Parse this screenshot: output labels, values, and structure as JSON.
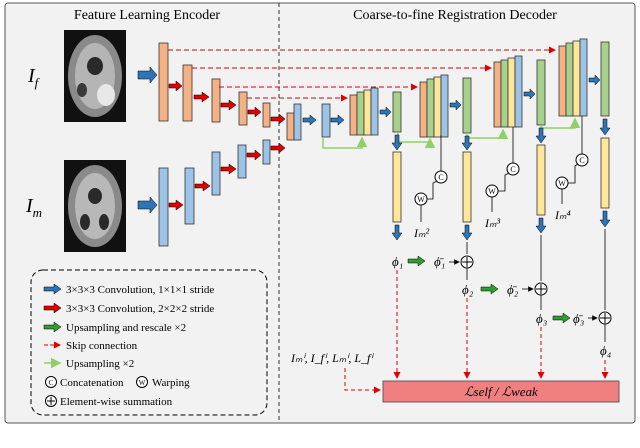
{
  "panels": {
    "encoder_title": "Feature Learning Encoder",
    "decoder_title": "Coarse-to-fine Registration Decoder"
  },
  "inputs": {
    "fixed_label": "I",
    "fixed_sub": "f",
    "moving_label": "I",
    "moving_sub": "m"
  },
  "flows": {
    "phi1": "ϕ₁",
    "phi1_bar": "ϕ̄₁",
    "phi2": "ϕ₂",
    "phi2_bar": "ϕ̄₂",
    "phi3": "ϕ₃",
    "phi3_bar": "ϕ̄₃",
    "phi4": "ϕ₄"
  },
  "warped_images": {
    "im2": "Iₘ²",
    "im3": "Iₘ³",
    "im4": "Iₘ⁴"
  },
  "loss": {
    "inputs_label": "Iₘⁱ, I_fⁱ, Lₘⁱ, L_fⁱ",
    "label": "ℒself / ℒweak"
  },
  "legend": {
    "items": [
      {
        "text": "3×3×3 Convolution, 1×1×1 stride"
      },
      {
        "text": "3×3×3 Convolution, 2×2×2 stride"
      },
      {
        "text": "Upsampling and rescale ×2"
      },
      {
        "text": "Skip connection"
      },
      {
        "text": "Upsampling ×2"
      },
      {
        "text": "Concatenation",
        "symbol": "C"
      },
      {
        "text": "Warping",
        "symbol": "W"
      },
      {
        "text": "Element-wise summation",
        "symbol": "+"
      }
    ]
  },
  "colors": {
    "orange": "#f4b183",
    "blue_block": "#9dc3e6",
    "green_block": "#a9d18e",
    "yellow_block": "#ffe699",
    "conv_arrow": "#2e75b6",
    "stride_arrow": "#e00000",
    "upsample_arrow": "#2e9e2e",
    "skip": "#e00000",
    "up2": "#9cd67f",
    "loss_box": "#f08080"
  }
}
